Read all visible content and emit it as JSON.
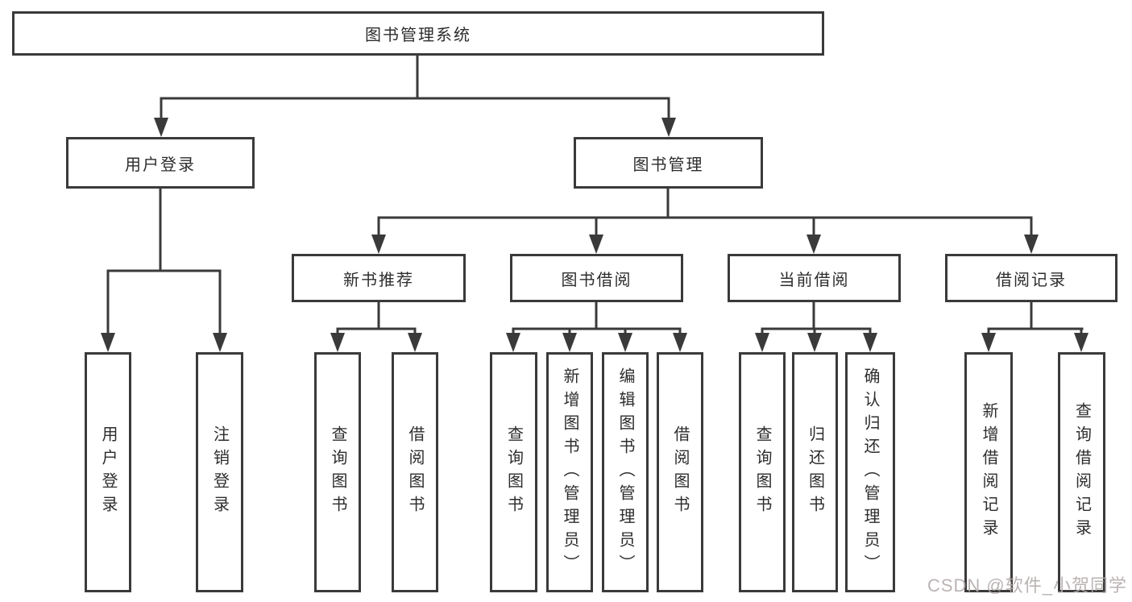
{
  "tree": {
    "root": "图书管理系统",
    "branches": [
      {
        "label": "用户登录",
        "children": [
          "用户登录",
          "注销登录"
        ]
      },
      {
        "label": "图书管理",
        "sections": [
          {
            "label": "新书推荐",
            "children": [
              "查询图书",
              "借阅图书"
            ]
          },
          {
            "label": "图书借阅",
            "children": [
              "查询图书",
              "新增图书（管理员）",
              "编辑图书（管理员）",
              "借阅图书"
            ]
          },
          {
            "label": "当前借阅",
            "children": [
              "查询图书",
              "归还图书",
              "确认归还（管理员）"
            ]
          },
          {
            "label": "借阅记录",
            "children": [
              "新增借阅记录",
              "查询借阅记录"
            ]
          }
        ]
      }
    ]
  },
  "watermark": "CSDN @软件_小贺同学",
  "colors": {
    "line": "#3a3a3a",
    "text": "#2d2d2d",
    "watermark": "#b4abab"
  }
}
